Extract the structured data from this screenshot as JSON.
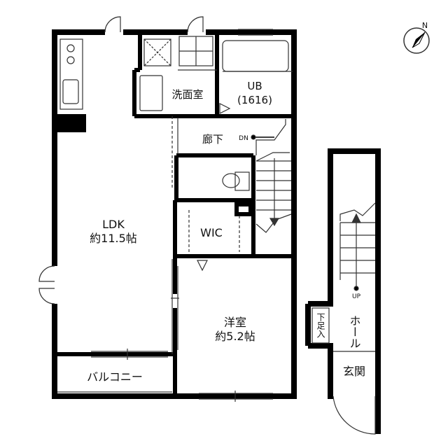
{
  "rooms": {
    "ldk_name": "LDK",
    "ldk_size": "約11.5帖",
    "washroom": "洗面室",
    "bath_name": "UB",
    "bath_size": "(1616)",
    "hallway": "廊下",
    "wic": "WIC",
    "western_name": "洋室",
    "western_size": "約5.2帖",
    "balcony": "バルコニー",
    "hall": "ホール",
    "entrance": "玄関",
    "shoe_box": "下足入"
  },
  "stairs": {
    "down_label": "DN",
    "up_label": "UP"
  },
  "compass": {
    "north_label": "N"
  },
  "colors": {
    "wall": "#000000",
    "line": "#333333",
    "background": "#ffffff"
  }
}
